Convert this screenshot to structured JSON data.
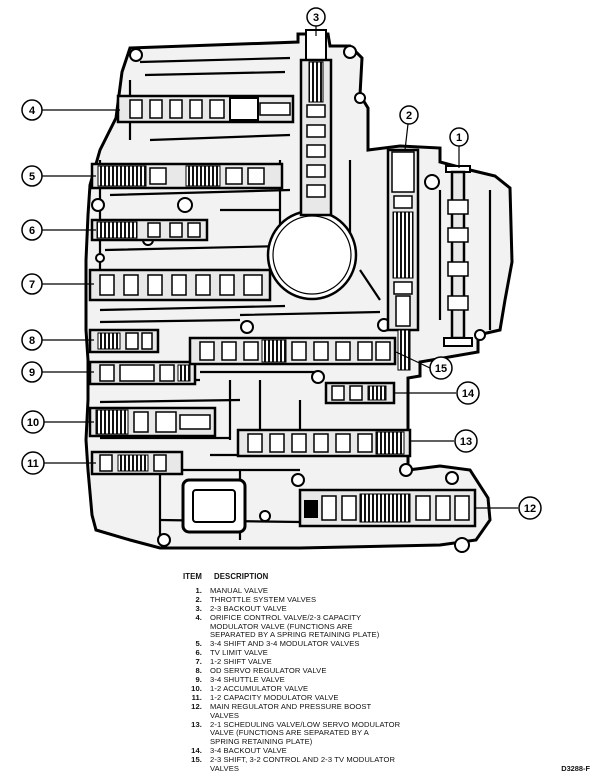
{
  "callouts": [
    {
      "id": "c1",
      "label": "1"
    },
    {
      "id": "c2",
      "label": "2"
    },
    {
      "id": "c3",
      "label": "3"
    },
    {
      "id": "c4",
      "label": "4"
    },
    {
      "id": "c5",
      "label": "5"
    },
    {
      "id": "c6",
      "label": "6"
    },
    {
      "id": "c7",
      "label": "7"
    },
    {
      "id": "c8",
      "label": "8"
    },
    {
      "id": "c9",
      "label": "9"
    },
    {
      "id": "c10",
      "label": "10"
    },
    {
      "id": "c11",
      "label": "11"
    },
    {
      "id": "c12",
      "label": "12"
    },
    {
      "id": "c13",
      "label": "13"
    },
    {
      "id": "c14",
      "label": "14"
    },
    {
      "id": "c15",
      "label": "15"
    }
  ],
  "legend": {
    "header_item": "ITEM",
    "header_desc": "DESCRIPTION",
    "items": [
      {
        "num": "1.",
        "lines": [
          "MANUAL VALVE"
        ]
      },
      {
        "num": "2.",
        "lines": [
          "THROTTLE SYSTEM VALVES"
        ]
      },
      {
        "num": "3.",
        "lines": [
          "2-3 BACKOUT VALVE"
        ]
      },
      {
        "num": "4.",
        "lines": [
          "ORIFICE CONTROL VALVE/2-3 CAPACITY",
          "MODULATOR VALVE (FUNCTIONS ARE",
          "SEPARATED BY A SPRING RETAINING PLATE)"
        ]
      },
      {
        "num": "5.",
        "lines": [
          "3-4 SHIFT AND 3-4 MODULATOR VALVES"
        ]
      },
      {
        "num": "6.",
        "lines": [
          "TV LIMIT VALVE"
        ]
      },
      {
        "num": "7.",
        "lines": [
          "1-2 SHIFT VALVE"
        ]
      },
      {
        "num": "8.",
        "lines": [
          "OD SERVO REGULATOR VALVE"
        ]
      },
      {
        "num": "9.",
        "lines": [
          "3-4 SHUTTLE VALVE"
        ]
      },
      {
        "num": "10.",
        "lines": [
          "1-2 ACCUMULATOR VALVE"
        ]
      },
      {
        "num": "11.",
        "lines": [
          "1-2 CAPACITY MODULATOR VALVE"
        ]
      },
      {
        "num": "12.",
        "lines": [
          "MAIN REGULATOR AND PRESSURE BOOST",
          "VALVES"
        ]
      },
      {
        "num": "13.",
        "lines": [
          "2-1 SCHEDULING VALVE/LOW SERVO MODULATOR",
          "VALVE (FUNCTIONS ARE SEPARATED BY A",
          "SPRING RETAINING PLATE)"
        ]
      },
      {
        "num": "14.",
        "lines": [
          "3-4 BACKOUT VALVE"
        ]
      },
      {
        "num": "15.",
        "lines": [
          "2-3 SHIFT, 3-2 CONTROL AND 2-3 TV MODULATOR",
          "VALVES"
        ]
      }
    ]
  },
  "figure_code": "D3288-F"
}
